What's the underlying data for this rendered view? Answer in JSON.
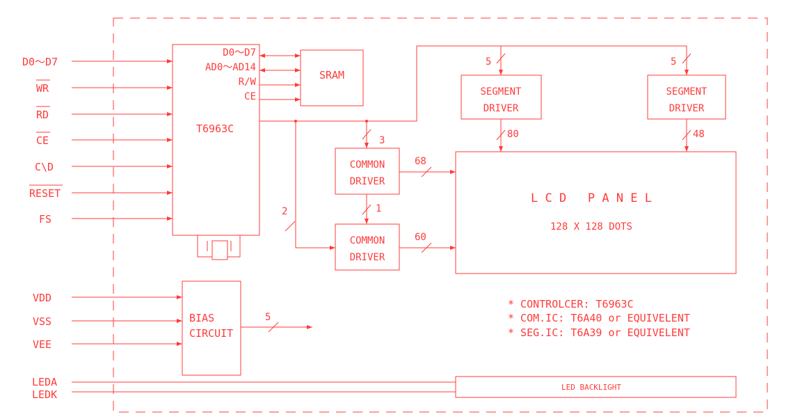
{
  "colors": {
    "line": "#ff3b3b",
    "background": "#ffffff"
  },
  "inputs": {
    "data_bus": "D0～D7",
    "wr": "WR",
    "rd": "RD",
    "ce": "CE",
    "cd": "C\\D",
    "reset": "RESET",
    "fs": "FS"
  },
  "controller": {
    "name": "T6963C",
    "pin_data": "D0～D7",
    "pin_addr": "AD0～AD14",
    "pin_rw": "R/W",
    "pin_ce": "CE"
  },
  "sram": {
    "label": "SRAM"
  },
  "segment_driver_1": {
    "line1": "SEGMENT",
    "line2": "DRIVER",
    "in_count": "5",
    "out_count": "80"
  },
  "segment_driver_2": {
    "line1": "SEGMENT",
    "line2": "DRIVER",
    "in_count": "5",
    "out_count": "48"
  },
  "common_driver_1": {
    "line1": "COMMON",
    "line2": "DRIVER",
    "in_count": "3",
    "out_count": "68"
  },
  "common_driver_2": {
    "line1": "COMMON",
    "line2": "DRIVER",
    "in_count": "2",
    "link_count": "1",
    "out_count": "60"
  },
  "lcd_panel": {
    "title": "L C D   P A N E L",
    "resolution": "128 X 128 DOTS"
  },
  "power": {
    "vdd": "VDD",
    "vss": "VSS",
    "vee": "VEE"
  },
  "bias": {
    "line1": "BIAS",
    "line2": "CIRCUIT",
    "out_count": "5"
  },
  "backlight": {
    "label": "LED BACKLIGHT",
    "leda": "LEDA",
    "ledk": "LEDK"
  },
  "notes": [
    "* CONTROLCER: T6963C",
    "* COM.IC: T6A40 or EQUIVELENT",
    "* SEG.IC: T6A39 or EQUIVELENT"
  ]
}
